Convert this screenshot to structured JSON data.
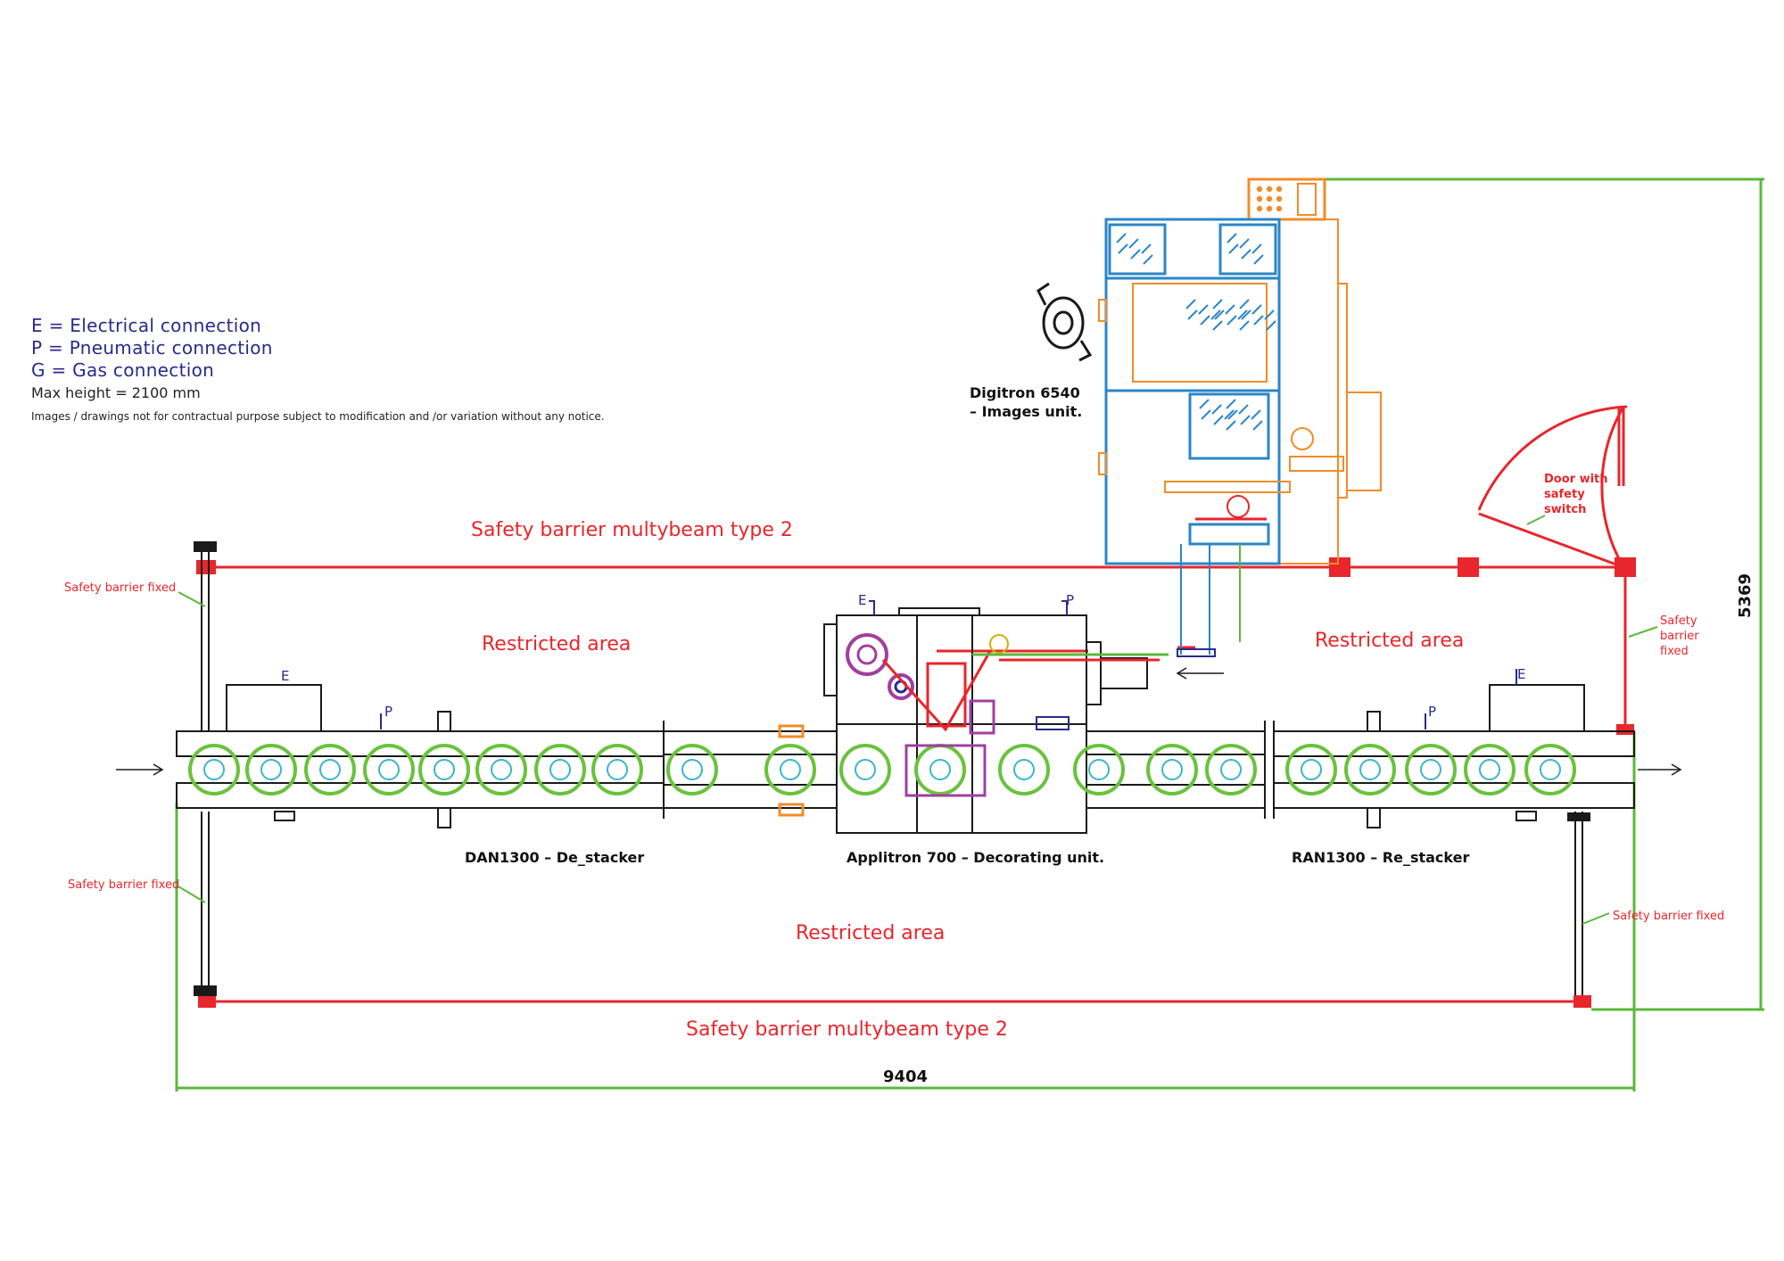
{
  "legend": {
    "electrical": "E = Electrical connection",
    "pneumatic": "P = Pneumatic connection",
    "gas": "G = Gas connection",
    "max_height": "Max height = 2100 mm",
    "note": "Images / drawings not for contractual purpose subject to modification and /or variation without any notice."
  },
  "units": {
    "digitron_title": "Digitron 6540",
    "digitron_sub": "– Images unit.",
    "dan": "DAN1300 – De_stacker",
    "applitron": "Applitron 700 – Decorating unit.",
    "ran": "RAN1300 – Re_stacker"
  },
  "labels": {
    "barrier_top": "Safety barrier multybeam type 2",
    "barrier_bottom": "Safety barrier multybeam type 2",
    "restricted_left": "Restricted area",
    "restricted_right": "Restricted area",
    "restricted_bottom": "Restricted area",
    "fixed_left_top": "Safety barrier fixed",
    "fixed_left_bottom": "Safety barrier fixed",
    "fixed_right_bottom": "Safety barrier fixed",
    "fixed_right_top": [
      "Safety",
      "barrier",
      "fixed"
    ],
    "door": [
      "Door with",
      "safety",
      "switch"
    ],
    "conn_e": "E",
    "conn_p": "P"
  },
  "dimensions": {
    "width": "9404",
    "height": "5369"
  },
  "colors": {
    "barrier": "#e8262b",
    "dimension": "#5cb83a",
    "machine": "#1a1a1a",
    "digitron_blue": "#2a86c8",
    "digitron_orange": "#f28c28",
    "connection": "#2a2a8c",
    "rollers": "#6ac23c",
    "magenta": "#a03fa0",
    "cyan": "#39b6c9"
  }
}
